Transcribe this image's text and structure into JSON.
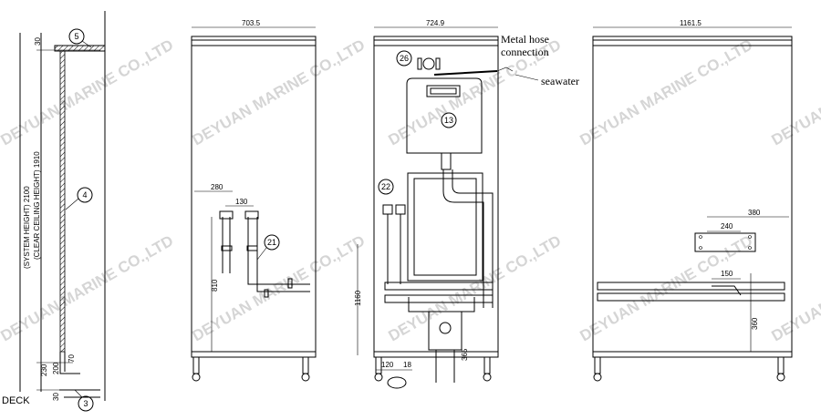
{
  "diagram": {
    "deck_label": "DECK",
    "system_height": "(SYSTEM HEIGHT) 2100",
    "clear_ceiling": "(CLEAR CEILING HEIGHT) 1910",
    "side_dims": {
      "top": "30",
      "bottom1": "230",
      "bottom2": "200",
      "bottom3": "70",
      "bottom4": "30"
    },
    "panel1": {
      "width": "703.5",
      "d280": "280",
      "d130": "130",
      "d810": "810"
    },
    "panel2": {
      "width": "724.9",
      "d1160": "1160",
      "d120": "120",
      "d18": "18",
      "d365": "365"
    },
    "panel3": {
      "width": "1161.5",
      "d380": "380",
      "d240": "240",
      "d150": "150",
      "d360": "360"
    },
    "callouts": {
      "c3": "3",
      "c4": "4",
      "c5": "5",
      "c13": "13",
      "c21": "21",
      "c22": "22",
      "c26": "26"
    },
    "labels": {
      "metal_hose_1": "Metal hose",
      "metal_hose_2": "connection",
      "seawater": "seawater"
    },
    "watermark": "DEYUAN MARINE CO.,LTD"
  }
}
